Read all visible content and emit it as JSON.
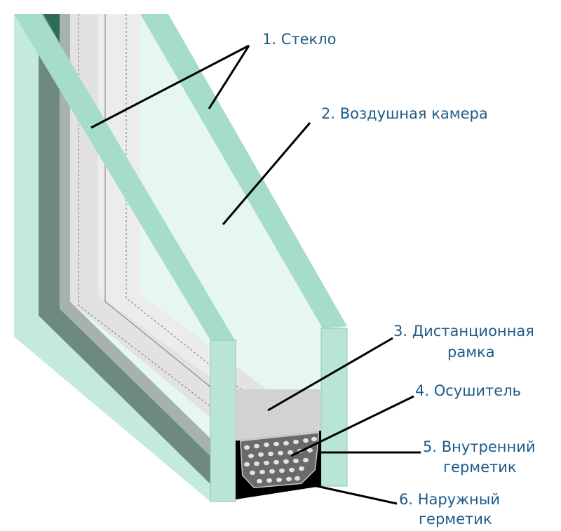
{
  "colors": {
    "glass_face": "#a6dccb",
    "glass_edge": "#cfeee6",
    "glass_dark": "#6fa595",
    "frame_gray": "#a7b2ad",
    "spacer": "#d8d8d8",
    "desiccant": "#6e6e6e",
    "sealant": "#000000",
    "label_text": "#1f5a86",
    "leader": "#000000"
  },
  "labels": {
    "glass": "1. Стекло",
    "air_chamber": "2. Воздушная камера",
    "spacer_line1": "3. Дистанционная",
    "spacer_line2": "рамка",
    "desiccant": "4. Осушитель",
    "inner_sealant_line1": "5. Внутренний",
    "inner_sealant_line2": "герметик",
    "outer_sealant_line1": "6. Наружный",
    "outer_sealant_line2": "герметик"
  }
}
